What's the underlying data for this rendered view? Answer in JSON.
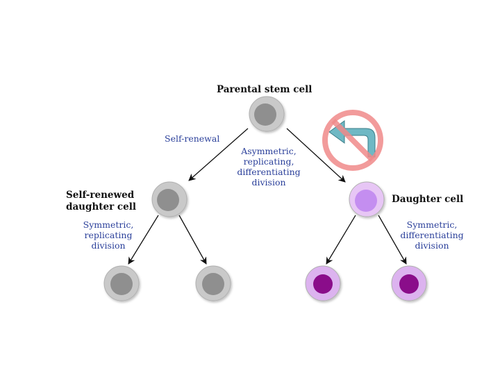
{
  "labels": {
    "parental": "Parental stem cell",
    "self_renewal": "Self-renewal",
    "asymmetric": [
      "Asymmetric,",
      "replicating,",
      "differentiating",
      "division"
    ],
    "self_renewed": [
      "Self-renewed",
      "daughter cell"
    ],
    "daughter": "Daughter cell",
    "sym_left": [
      "Symmetric,",
      "replicating",
      "division"
    ],
    "sym_right": [
      "Symmetric,",
      "differentiating",
      "division"
    ]
  },
  "colors": {
    "stem_outer": "#c9c9c9",
    "stem_inner": "#8f8f8f",
    "daughter_outer": "#e7c6f5",
    "daughter_inner": "#c48ef0",
    "diff_outer": "#dcb3ef",
    "diff_inner": "#8a0f8a",
    "no_sign": "#f08a8a",
    "back_arrow": "#6fb8c4",
    "label_blue": "#2a3f9a"
  },
  "icons": [
    "no-return-icon"
  ]
}
